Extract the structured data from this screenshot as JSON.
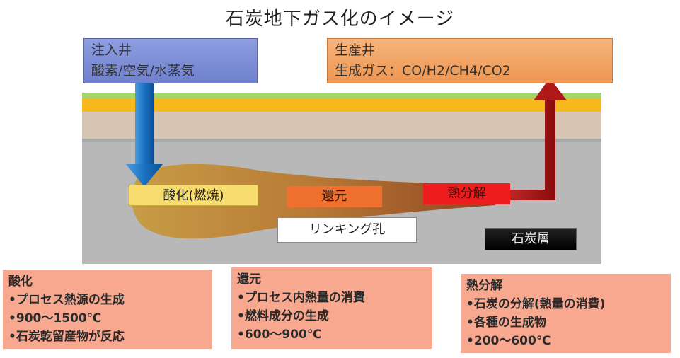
{
  "title": "石炭地下ガス化のイメージ",
  "injection_well": {
    "title": "注入井",
    "detail": "酸素/空気/水蒸気"
  },
  "production_well": {
    "title": "生産井",
    "detail": "生成ガス：CO/H2/CH4/CO2"
  },
  "zones": {
    "oxidation": "酸化(燃焼)",
    "reduction": "還元",
    "pyrolysis": "熱分解",
    "linking_hole": "リンキング孔",
    "coal_seam": "石炭層"
  },
  "info_boxes": [
    {
      "title": "酸化",
      "lines": [
        "•プロセス熱源の生成",
        "•900〜1500℃",
        "•石炭乾留産物が反応"
      ]
    },
    {
      "title": "還元",
      "lines": [
        "•プロセス内熱量の消費",
        "•燃料成分の生成",
        "•600〜900℃"
      ]
    },
    {
      "title": "熱分解",
      "lines": [
        "•石炭の分解(熱量の消費)",
        "•各種の生成物",
        "•200〜600℃"
      ]
    }
  ],
  "colors": {
    "injection_arrow": "#1a72c2",
    "production_arrow": "#a01010",
    "ground_green": "#a6d46a",
    "ground_yellow": "#f6b81a",
    "ground_sand": "#d6c5b2",
    "coal_gray": "#b5b5b5",
    "info_bg": "#f9a890"
  }
}
